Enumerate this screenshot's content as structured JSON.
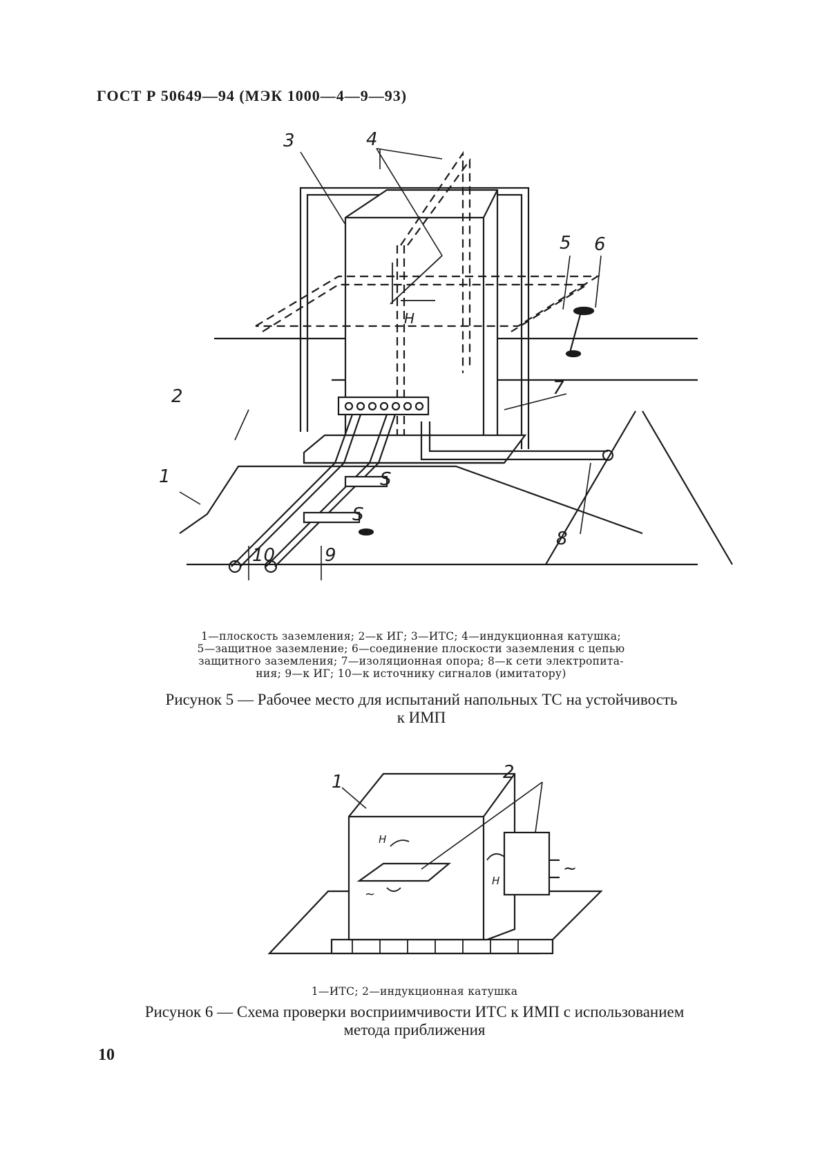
{
  "header": {
    "standard": "ГОСТ Р 50649—94 (МЭК 1000—4—9—93)"
  },
  "figure5": {
    "labels": {
      "n1": "1",
      "n2": "2",
      "n3": "3",
      "n4": "4",
      "n5": "5",
      "n6": "6",
      "n7": "7",
      "n8": "8",
      "n9": "9",
      "n10": "10",
      "s": "S",
      "h": "H"
    },
    "legend_lines": [
      "1—плоскость заземления; 2—к ИГ; 3—ИТС; 4—индукционная катушка;",
      "5—защитное заземление; 6—соединение плоскости заземления с цепью",
      "защитного заземления; 7—изоляционная опора; 8—к сети электропита-",
      "ния; 9—к ИГ; 10—к источнику сигналов (имитатору)"
    ],
    "caption_lines": [
      "Рисунок 5 — Рабочее место для испытаний напольных ТС на устойчивость",
      "к ИМП"
    ]
  },
  "figure6": {
    "labels": {
      "n1": "1",
      "n2": "2",
      "h": "H",
      "ac": "~"
    },
    "legend_lines": [
      "1—ИТС; 2—индукционная катушка"
    ],
    "caption_lines": [
      "Рисунок 6 — Схема проверки восприимчивости ИТС к ИМП с использованием",
      "метода приближения"
    ]
  },
  "page_number": "10"
}
